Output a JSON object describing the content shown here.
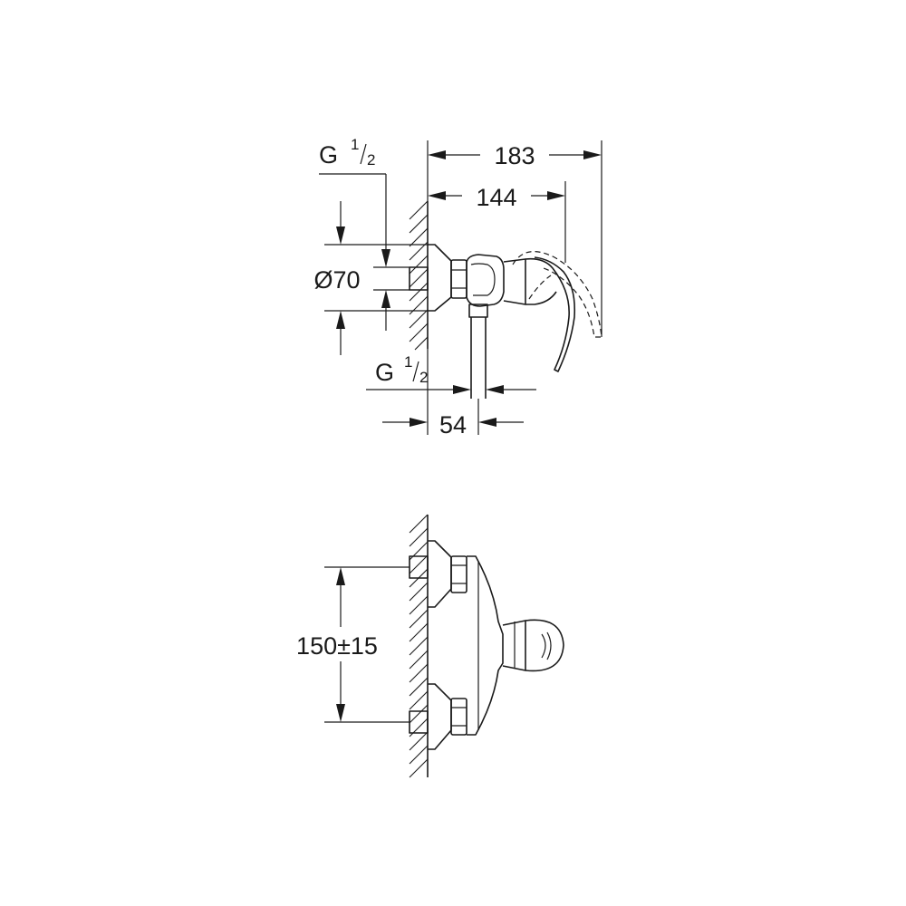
{
  "dimensions": {
    "overall_projection": "183",
    "lever_projection": "144",
    "inlet_thread_top": {
      "prefix": "G",
      "num": "1",
      "den": "2"
    },
    "escutcheon_diameter": "Ø70",
    "outlet_thread": {
      "prefix": "G",
      "num": "1",
      "den": "2"
    },
    "outlet_offset": "54",
    "inlet_spacing": "150±15"
  }
}
